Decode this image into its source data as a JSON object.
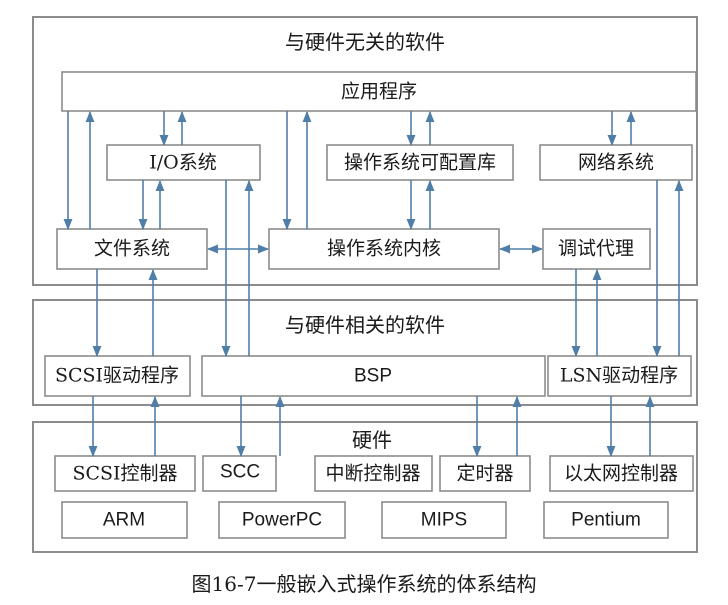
{
  "sections": {
    "independent": "与硬件无关的软件",
    "dependent": "与硬件相关的软件",
    "hardware": "硬件"
  },
  "components": {
    "app": "应用程序",
    "io": "I/O系统",
    "os_lib": "操作系统可配置库",
    "network": "网络系统",
    "fs": "文件系统",
    "kernel": "操作系统内核",
    "debug": "调试代理",
    "scsi_driver": "SCSI驱动程序",
    "bsp": "BSP",
    "lsn_driver": "LSN驱动程序",
    "scsi_ctrl": "SCSI控制器",
    "scc": "SCC",
    "int_ctrl": "中断控制器",
    "timer": "定时器",
    "eth_ctrl": "以太网控制器"
  },
  "processors": [
    "ARM",
    "PowerPC",
    "MIPS",
    "Pentium"
  ],
  "caption": "图16-7一般嵌入式操作系统的体系结构",
  "colors": {
    "box": "#8c8c8c",
    "arrow": "#4f7fa8",
    "text": "#1a1a1a"
  }
}
